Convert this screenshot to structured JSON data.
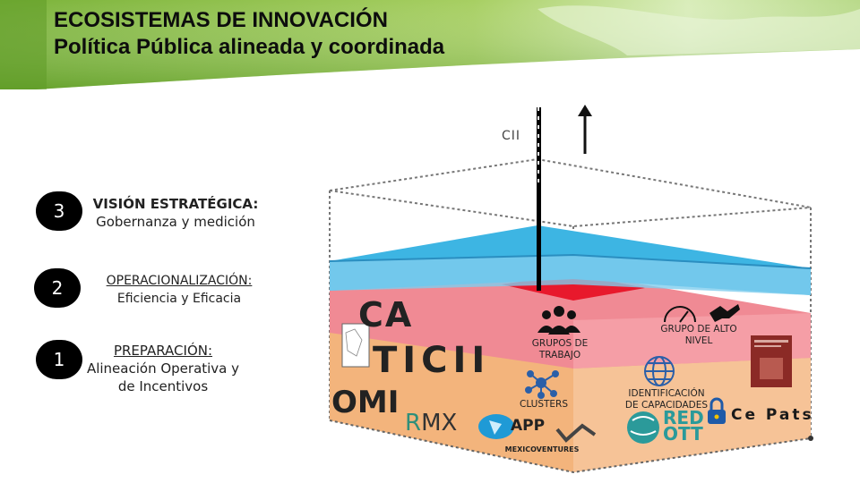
{
  "header": {
    "title_line1": "ECOSISTEMAS DE INNOVACIÓN",
    "title_line2": "Política Pública alineada y coordinada"
  },
  "steps": [
    {
      "number": "3",
      "title": "VISIÓN ESTRATÉGICA:",
      "subtitle": "Gobernanza y medición"
    },
    {
      "number": "2",
      "title": "OPERACIONALIZACIÓN:",
      "subtitle": "Eficiencia y Eficacia"
    },
    {
      "number": "1",
      "title": "PREPARACIÓN:",
      "subtitle_line1": "Alineación Operativa y",
      "subtitle_line2": "de Incentivos"
    }
  ],
  "diagram": {
    "top_label": "CII",
    "layers": {
      "blue": "#3db5e3",
      "red": "#e8192c",
      "pink": "#f08a94",
      "orange": "#f3b47c"
    },
    "left_labels": {
      "ca": "CA",
      "ticii": "TICII",
      "omi": "OMI"
    },
    "labels": {
      "grupos_trabajo_1": "GRUPOS DE",
      "grupos_trabajo_2": "TRABAJO",
      "grupo_alto_1": "GRUPO DE ALTO",
      "grupo_alto_2": "NIVEL",
      "clusters": "CLUSTERS",
      "identificacion_1": "IDENTIFICACIÓN",
      "identificacion_2": "DE CAPACIDADES"
    },
    "logos": {
      "rmx_r": "R",
      "rmx_mx": "MX",
      "app": "APP",
      "mexicoventures": "MEXICOVENTURES",
      "redott_1": "RED",
      "redott_2": "OTT",
      "cepats": "Ce Pats"
    },
    "icons": [
      "people-group-icon",
      "handshake-icon",
      "gauge-icon",
      "network-icon",
      "globe-icon",
      "lock-icon",
      "up-arrow-icon"
    ]
  }
}
